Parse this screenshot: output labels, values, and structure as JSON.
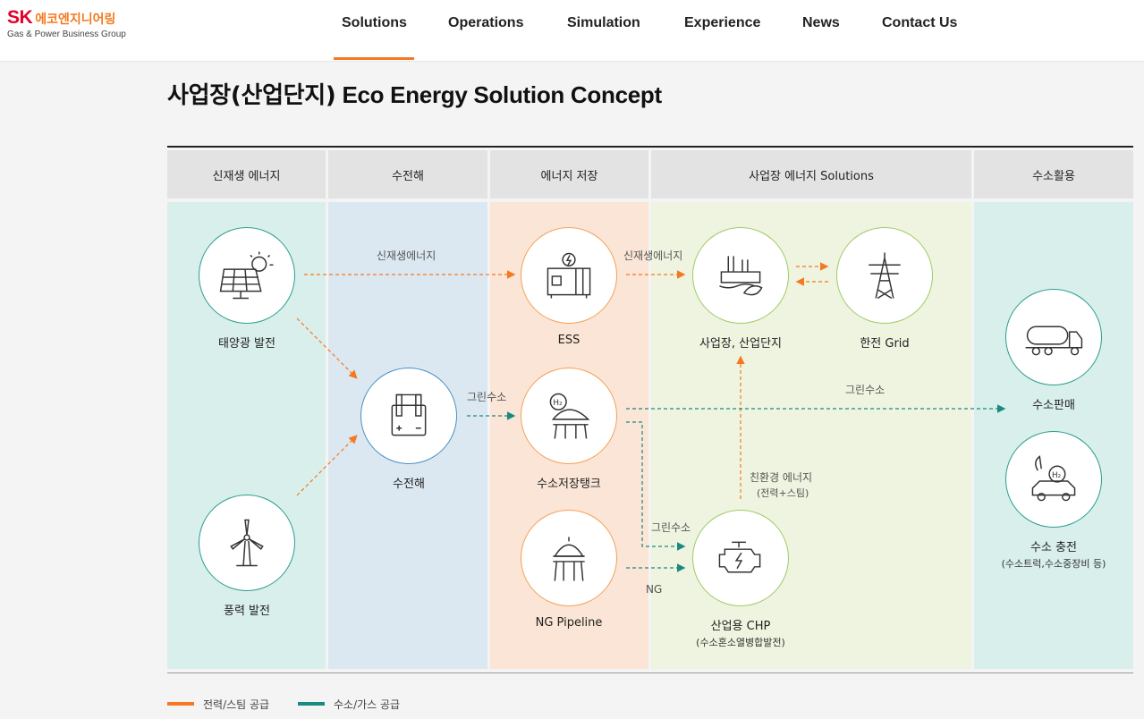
{
  "logo": {
    "brand": "SK",
    "name": "에코엔지니어링",
    "sub": "Gas & Power Business Group"
  },
  "nav": {
    "items": [
      "Solutions",
      "Operations",
      "Simulation",
      "Experience",
      "News",
      "Contact Us"
    ]
  },
  "page": {
    "title_ko": "사업장(산업단지)",
    "title_en": "Eco Energy Solution Concept"
  },
  "columns": [
    "신재생 에너지",
    "수전해",
    "에너지 저장",
    "사업장 에너지 Solutions",
    "수소활용"
  ],
  "nodes": {
    "solar": "태양광 발전",
    "wind": "풍력 발전",
    "electrolysis": "수전해",
    "ess": "ESS",
    "h2tank": "수소저장탱크",
    "ngpipe": "NG Pipeline",
    "industrial": "사업장, 산업단지",
    "grid": "한전 Grid",
    "chp": "산업용 CHP",
    "chp_sub": "(수소혼소열병합발전)",
    "h2sale": "수소판매",
    "h2charge": "수소 충전",
    "h2charge_sub": "(수소트럭,수소중장비 등)"
  },
  "flows": {
    "renew1": "신재생에너지",
    "renew2": "신재생에너지",
    "green1": "그린수소",
    "green2": "그린수소",
    "green3": "그린수소",
    "ng": "NG",
    "eco1": "친환경 에너지",
    "eco2": "(전력+스팀)"
  },
  "legend": [
    {
      "label": "전력/스팀 공급",
      "color": "#f47920"
    },
    {
      "label": "수소/가스 공급",
      "color": "#1a8a80"
    }
  ],
  "colors": {
    "accent": "#f47920",
    "teal": "#2a9d8f",
    "power": "#f47920",
    "gas": "#1a8a80"
  }
}
